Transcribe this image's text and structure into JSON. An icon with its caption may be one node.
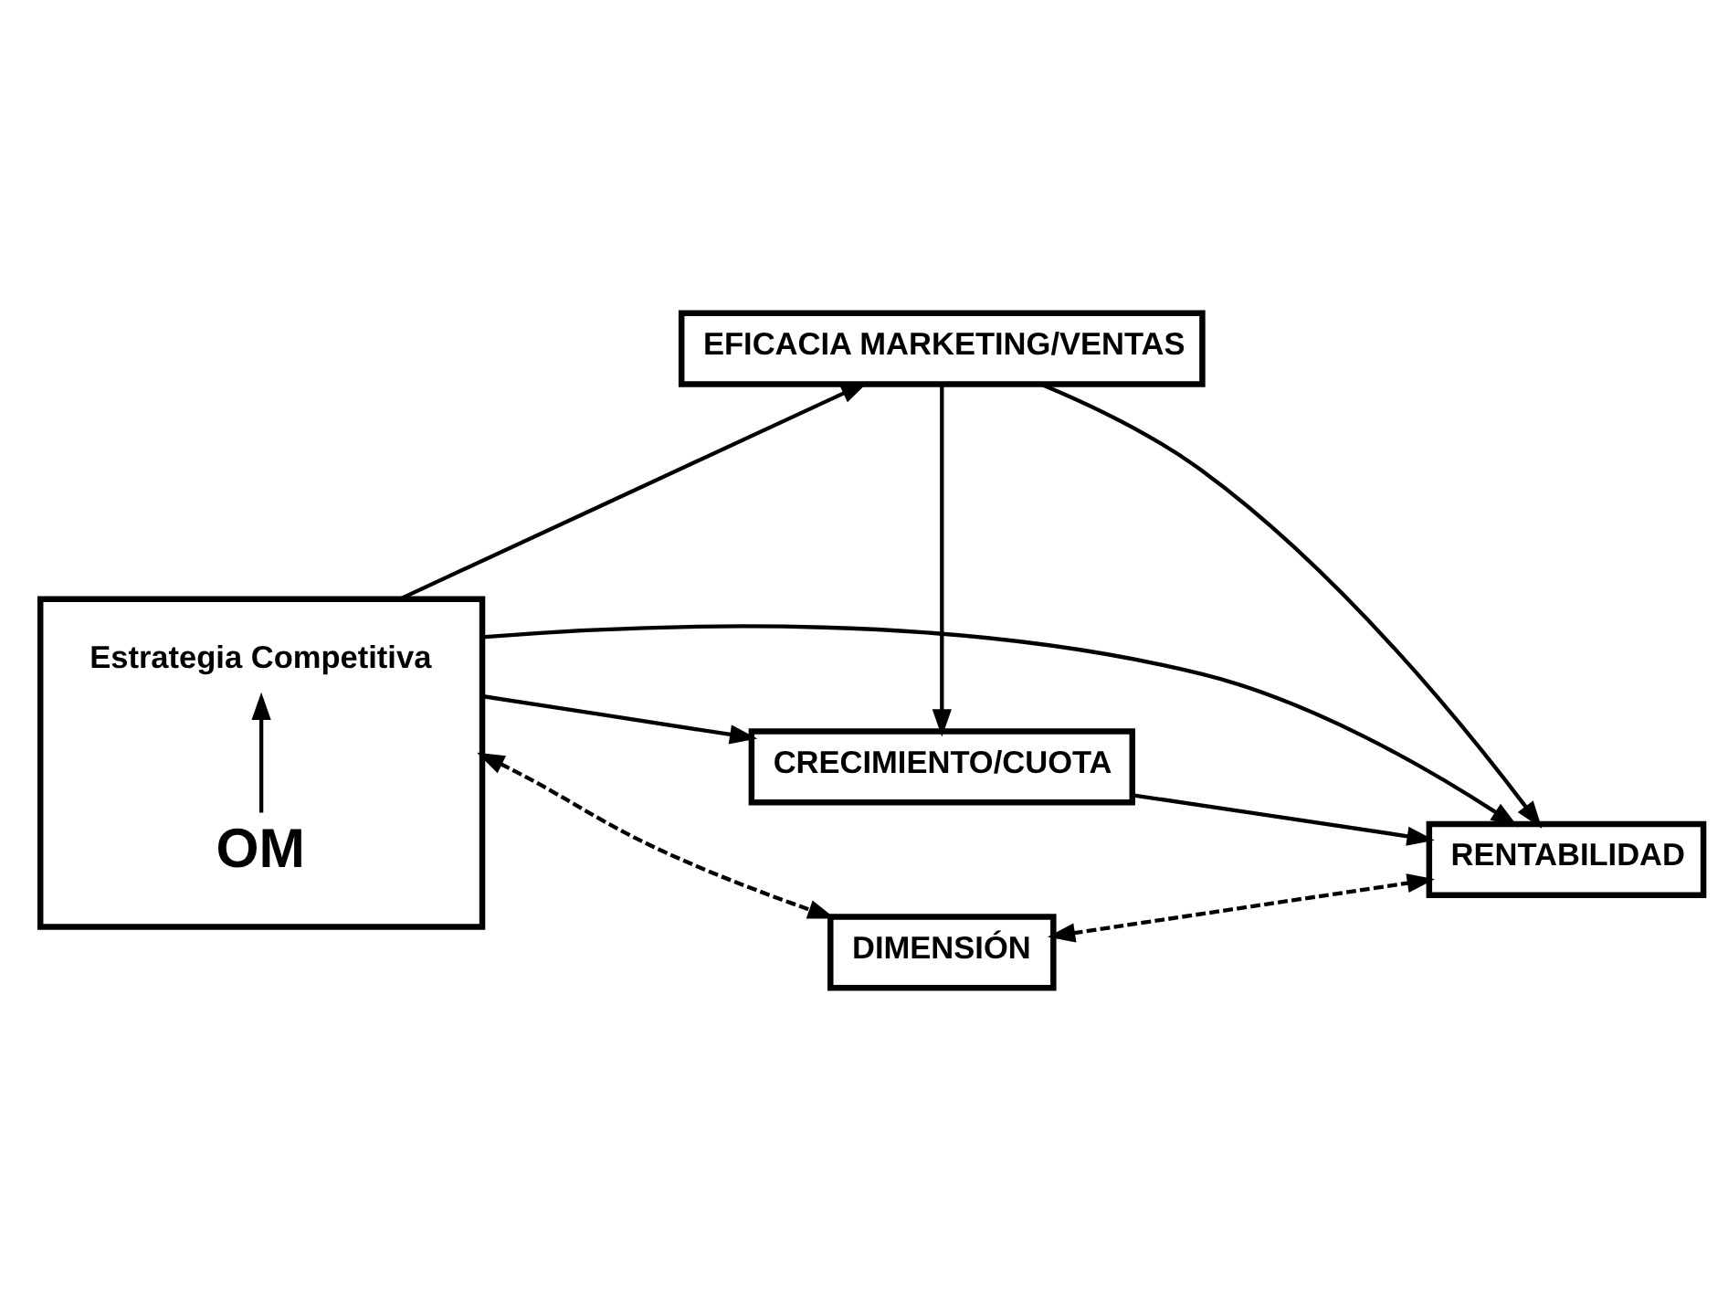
{
  "diagram": {
    "nodes": [
      {
        "text": [],
        "shape": "box"
      },
      {
        "text": [
          "OM"
        ],
        "in": 0
      },
      {
        "text": [
          "Estrategia Competitiva"
        ],
        "in": 0
      },
      {
        "text": [
          "EFICACIA MARKETING/VENTAS"
        ]
      },
      {
        "text": [
          "RENTABILIDAD"
        ]
      },
      {
        "text": [
          "CRECIMIENTO/CUOTA"
        ]
      },
      {
        "text": [
          "DIMENSIÓN"
        ]
      }
    ],
    "edges": [
      {
        "from": 1,
        "to": 2,
        "arrow": "to"
      },
      {
        "from": 0,
        "to": 3,
        "arrow": "to"
      },
      {
        "from": 0,
        "to": 4,
        "arrow": "to"
      },
      {
        "from": 0,
        "to": 5,
        "arrow": "to"
      },
      {
        "from": 3,
        "to": 4,
        "arrow": "to"
      },
      {
        "from": 3,
        "to": 5,
        "arrow": "to"
      },
      {
        "from": 5,
        "to": 4,
        "arrow": "to"
      },
      {
        "from": 0,
        "to": 6,
        "arrow": "both",
        "style": "dashed"
      },
      {
        "from": 6,
        "to": 4,
        "arrow": "both",
        "style": "dashed"
      }
    ]
  }
}
